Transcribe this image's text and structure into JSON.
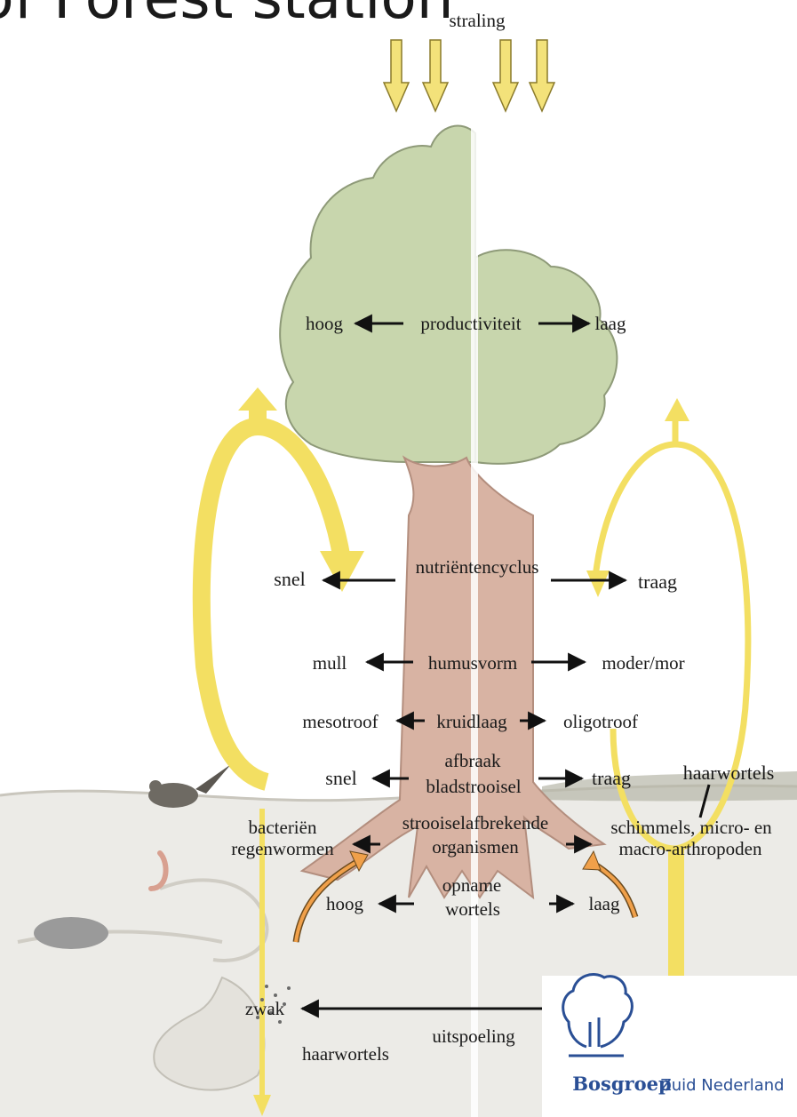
{
  "title_fragment": "s of Forest station",
  "labels": {
    "straling": "straling",
    "productiviteit": "productiviteit",
    "productiviteit_left": "hoog",
    "productiviteit_right": "laag",
    "nutrientencyclus": "nutriëntencyclus",
    "nutrientencyclus_left": "snel",
    "nutrientencyclus_right": "traag",
    "humusvorm": "humusvorm",
    "humusvorm_left": "mull",
    "humusvorm_right": "moder/mor",
    "kruidlaag": "kruidlaag",
    "kruidlaag_left": "mesotroof",
    "kruidlaag_right": "oligotroof",
    "afbraak_1": "afbraak",
    "afbraak_2": "bladstrooisel",
    "afbraak_left": "snel",
    "afbraak_right": "traag",
    "haarwortels_right": "haarwortels",
    "organismen_1": "strooiselafbrekende",
    "organismen_2": "organismen",
    "organismen_left_1": "bacteriën",
    "organismen_left_2": "regenwormen",
    "organismen_right_1": "schimmels, micro- en",
    "organismen_right_2": "macro-arthropoden",
    "opname_1": "opname",
    "opname_2": "wortels",
    "opname_left": "hoog",
    "opname_right": "laag",
    "uitspoeling": "uitspoeling",
    "uitspoeling_left": "zwak",
    "haarwortels_left": "haarwortels"
  },
  "logo": {
    "name_bold": "Bosgroep",
    "name_rest": "Zuid Nederland",
    "icon": "tree-icon"
  },
  "colors": {
    "canopy": "#c8d6ad",
    "trunk": "#d8b3a3",
    "cycle_arrow": "#f3df62",
    "radiation_arrow": "#f3e27a",
    "uptake_arrow": "#f0a04a",
    "soil": "#ecebe7",
    "brand": "#2a4f95"
  }
}
